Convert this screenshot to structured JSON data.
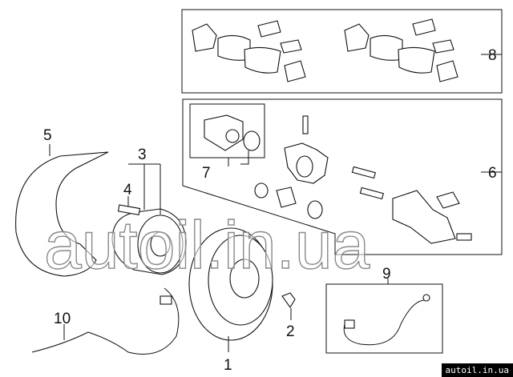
{
  "diagram": {
    "callouts": [
      "1",
      "2",
      "3",
      "4",
      "5",
      "6",
      "7",
      "8",
      "9",
      "10"
    ],
    "watermark": "autoil.in.ua"
  },
  "footer": {
    "site": "autoil.in.ua"
  }
}
